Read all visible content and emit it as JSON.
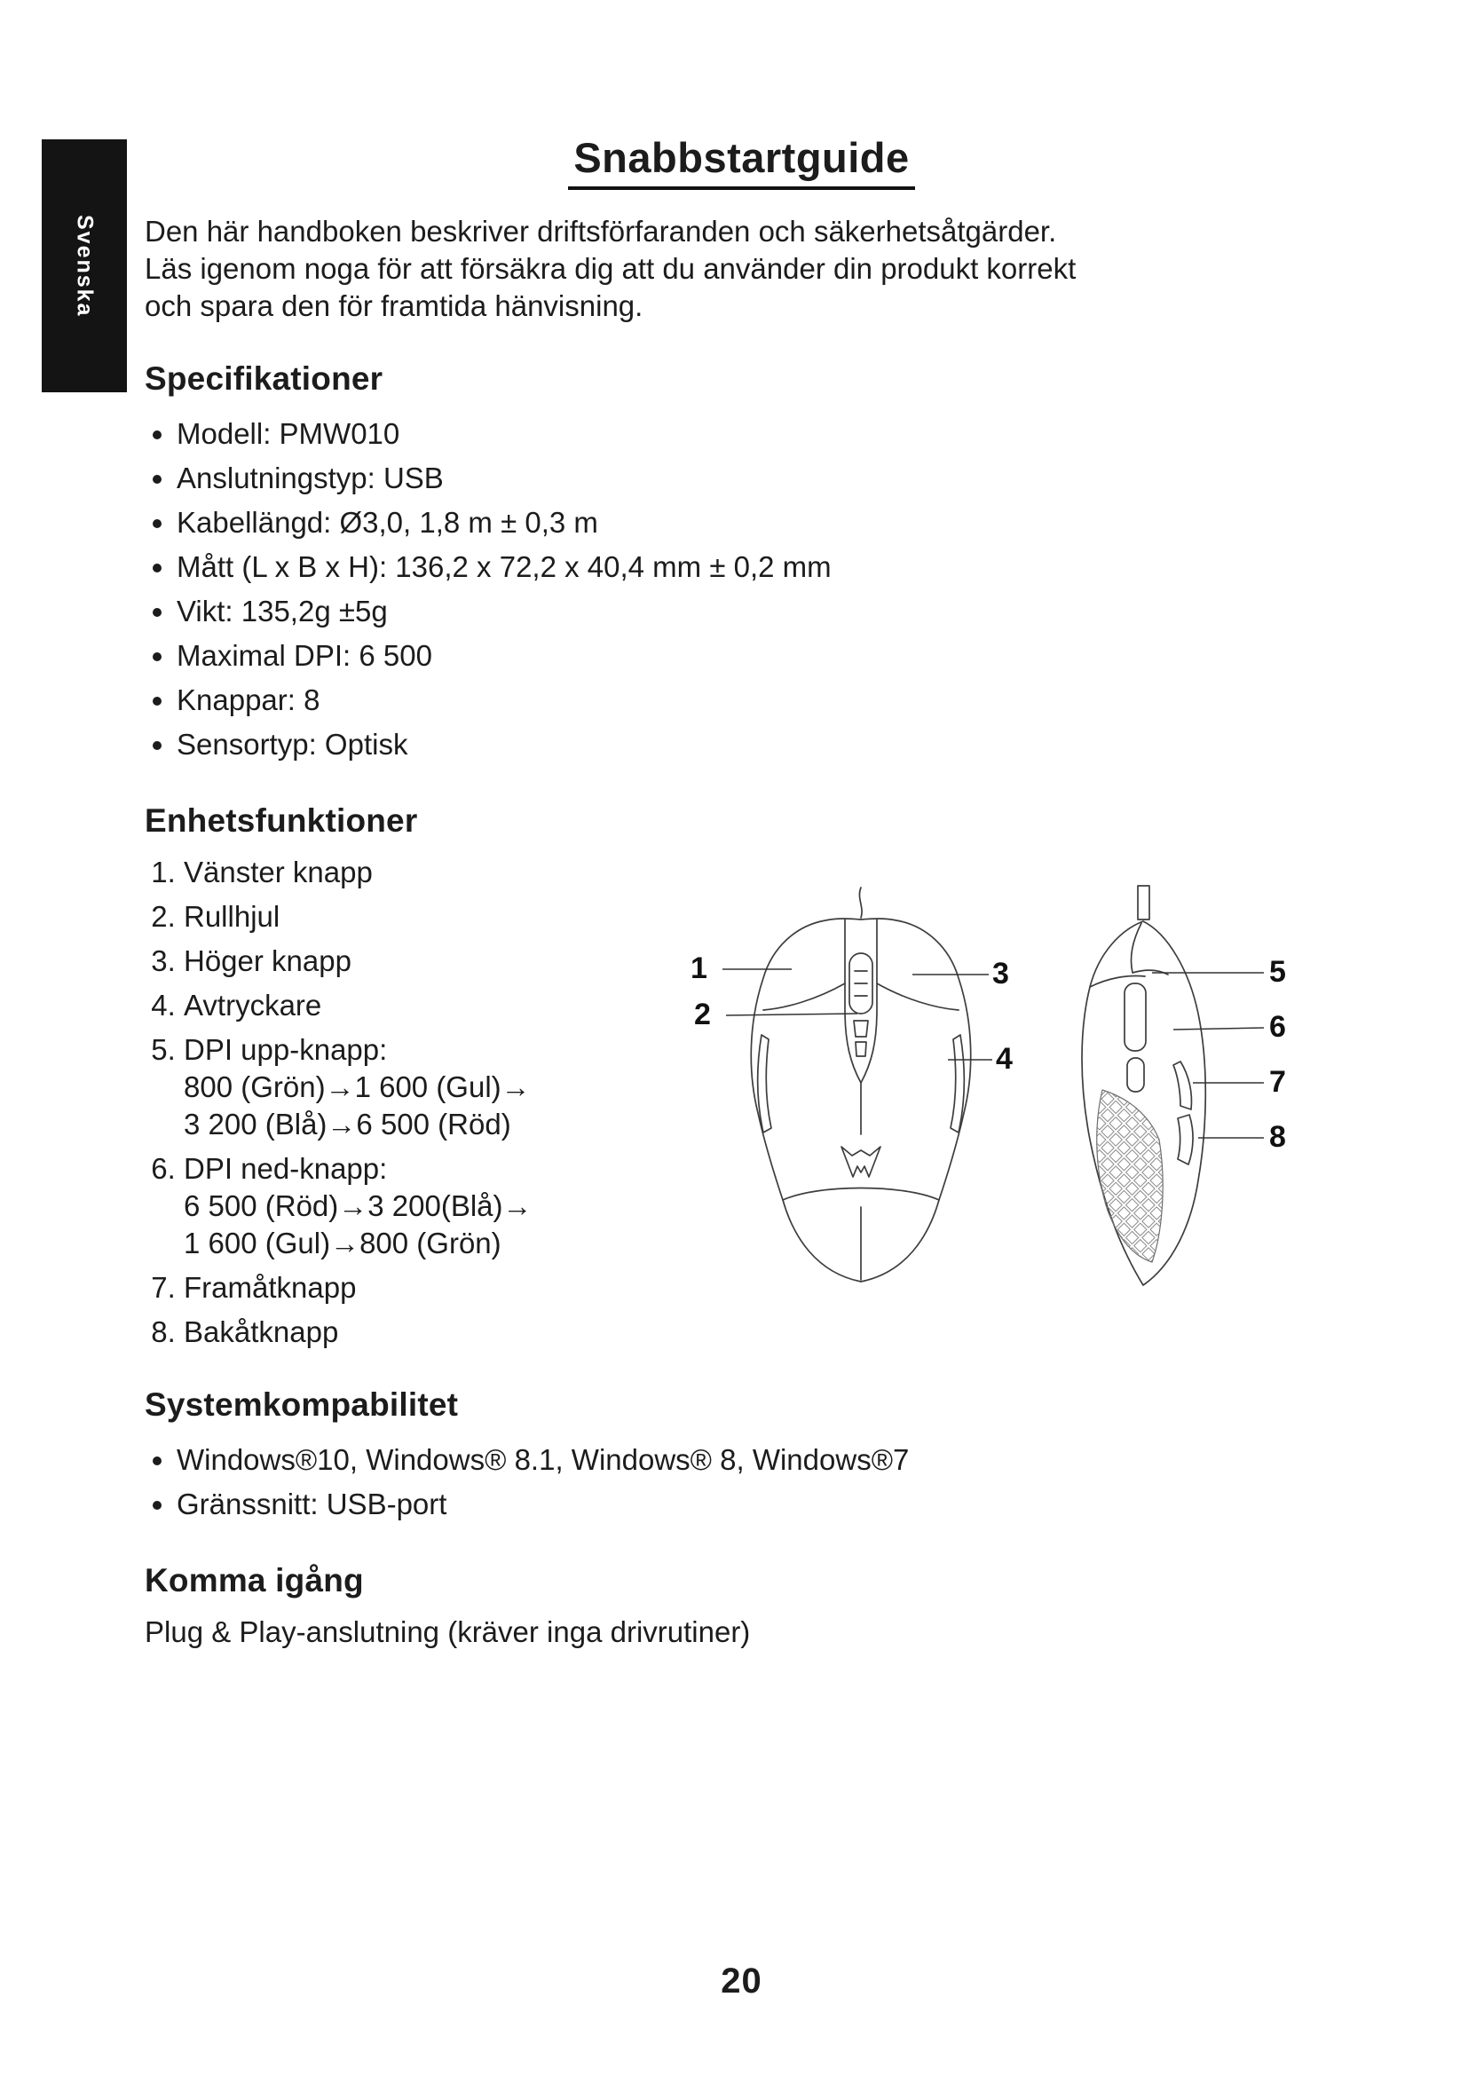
{
  "sidebar": {
    "language_label": "Svenska"
  },
  "header": {
    "title": "Snabbstartguide"
  },
  "intro": {
    "lines": [
      "Den här handboken beskriver driftsförfaranden och säkerhetsåtgärder.",
      "Läs igenom noga för att försäkra dig att du använder din produkt korrekt",
      "och spara den för framtida hänvisning."
    ]
  },
  "specifications": {
    "heading": "Specifikationer",
    "items": [
      "Modell: PMW010",
      "Anslutningstyp: USB",
      "Kabellängd: Ø3,0, 1,8 m ± 0,3 m",
      "Mått (L x B x H): 136,2 x 72,2 x 40,4 mm ± 0,2 mm",
      "Vikt: 135,2g ±5g",
      "Maximal DPI: 6 500",
      "Knappar: 8",
      "Sensortyp: Optisk"
    ]
  },
  "device_functions": {
    "heading": "Enhetsfunktioner",
    "items": [
      {
        "lines": [
          "Vänster knapp"
        ]
      },
      {
        "lines": [
          "Rullhjul"
        ]
      },
      {
        "lines": [
          "Höger knapp"
        ]
      },
      {
        "lines": [
          "Avtryckare"
        ]
      },
      {
        "lines": [
          "DPI upp-knapp:",
          "800 (Grön)→1 600 (Gul)→",
          "3 200 (Blå)→6 500 (Röd)"
        ]
      },
      {
        "lines": [
          "DPI ned-knapp:",
          "6 500 (Röd)→3 200(Blå)→",
          "1 600 (Gul)→800 (Grön)"
        ]
      },
      {
        "lines": [
          "Framåtknapp"
        ]
      },
      {
        "lines": [
          "Bakåtknapp"
        ]
      }
    ],
    "callouts": [
      "1",
      "2",
      "3",
      "4",
      "5",
      "6",
      "7",
      "8"
    ]
  },
  "system_compatibility": {
    "heading": "Systemkompabilitet",
    "items": [
      "Windows®10, Windows® 8.1, Windows® 8, Windows®7",
      "Gränssnitt: USB-port"
    ]
  },
  "getting_started": {
    "heading": "Komma igång",
    "text": "Plug & Play-anslutning (kräver inga drivrutiner)"
  },
  "footer": {
    "page_number": "20"
  }
}
